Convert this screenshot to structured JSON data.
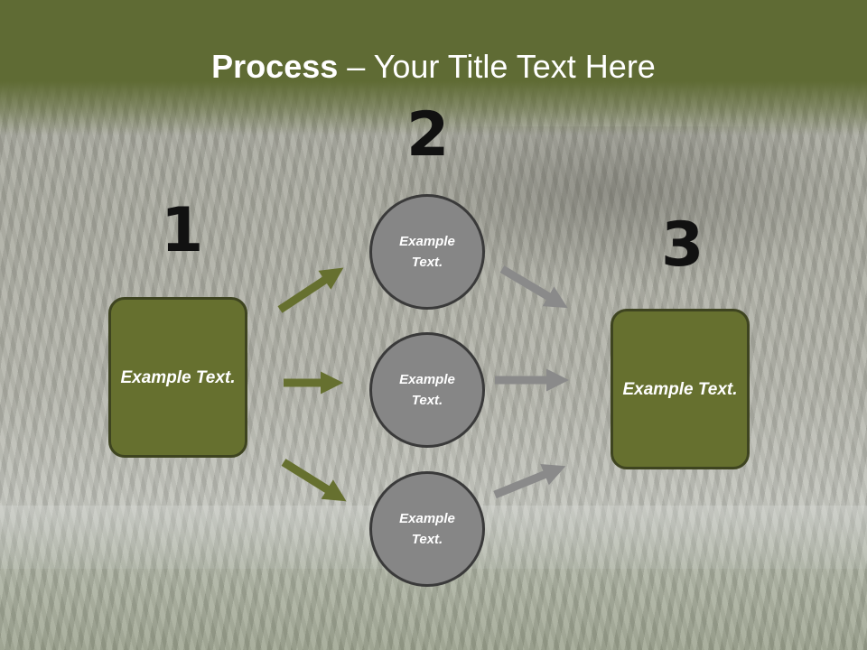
{
  "slide": {
    "title_bold": "Process",
    "title_rest": " – Your Title Text Here",
    "step_numbers": [
      "1",
      "2",
      "3"
    ],
    "left_box": "Example Text.",
    "right_box": "Example Text.",
    "circles": [
      "Example Text.",
      "Example Text.",
      "Example Text."
    ]
  },
  "colors": {
    "header": "#5f6b34",
    "box_fill": "#66702f",
    "circle_fill": "#868686",
    "green_arrow": "#66702f",
    "gray_arrow": "#8a8a8a"
  }
}
